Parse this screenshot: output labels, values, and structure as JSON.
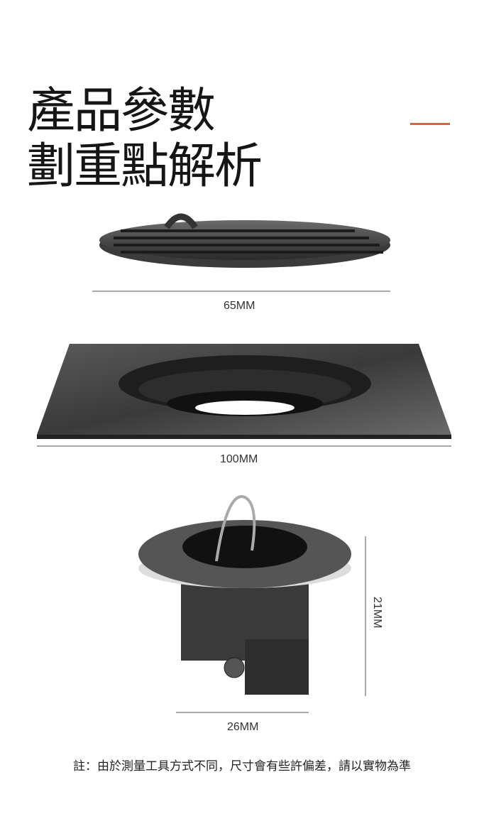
{
  "title": {
    "line1": "產品參數",
    "line2": "劃重點解析"
  },
  "accent_color": "#c96a45",
  "dimensions": {
    "cover_width": "65MM",
    "plate_width": "100MM",
    "core_height": "21MM",
    "core_width": "26MM"
  },
  "note": "註：由於測量工具方式不同，尺寸會有些許偏差，請以實物為準"
}
